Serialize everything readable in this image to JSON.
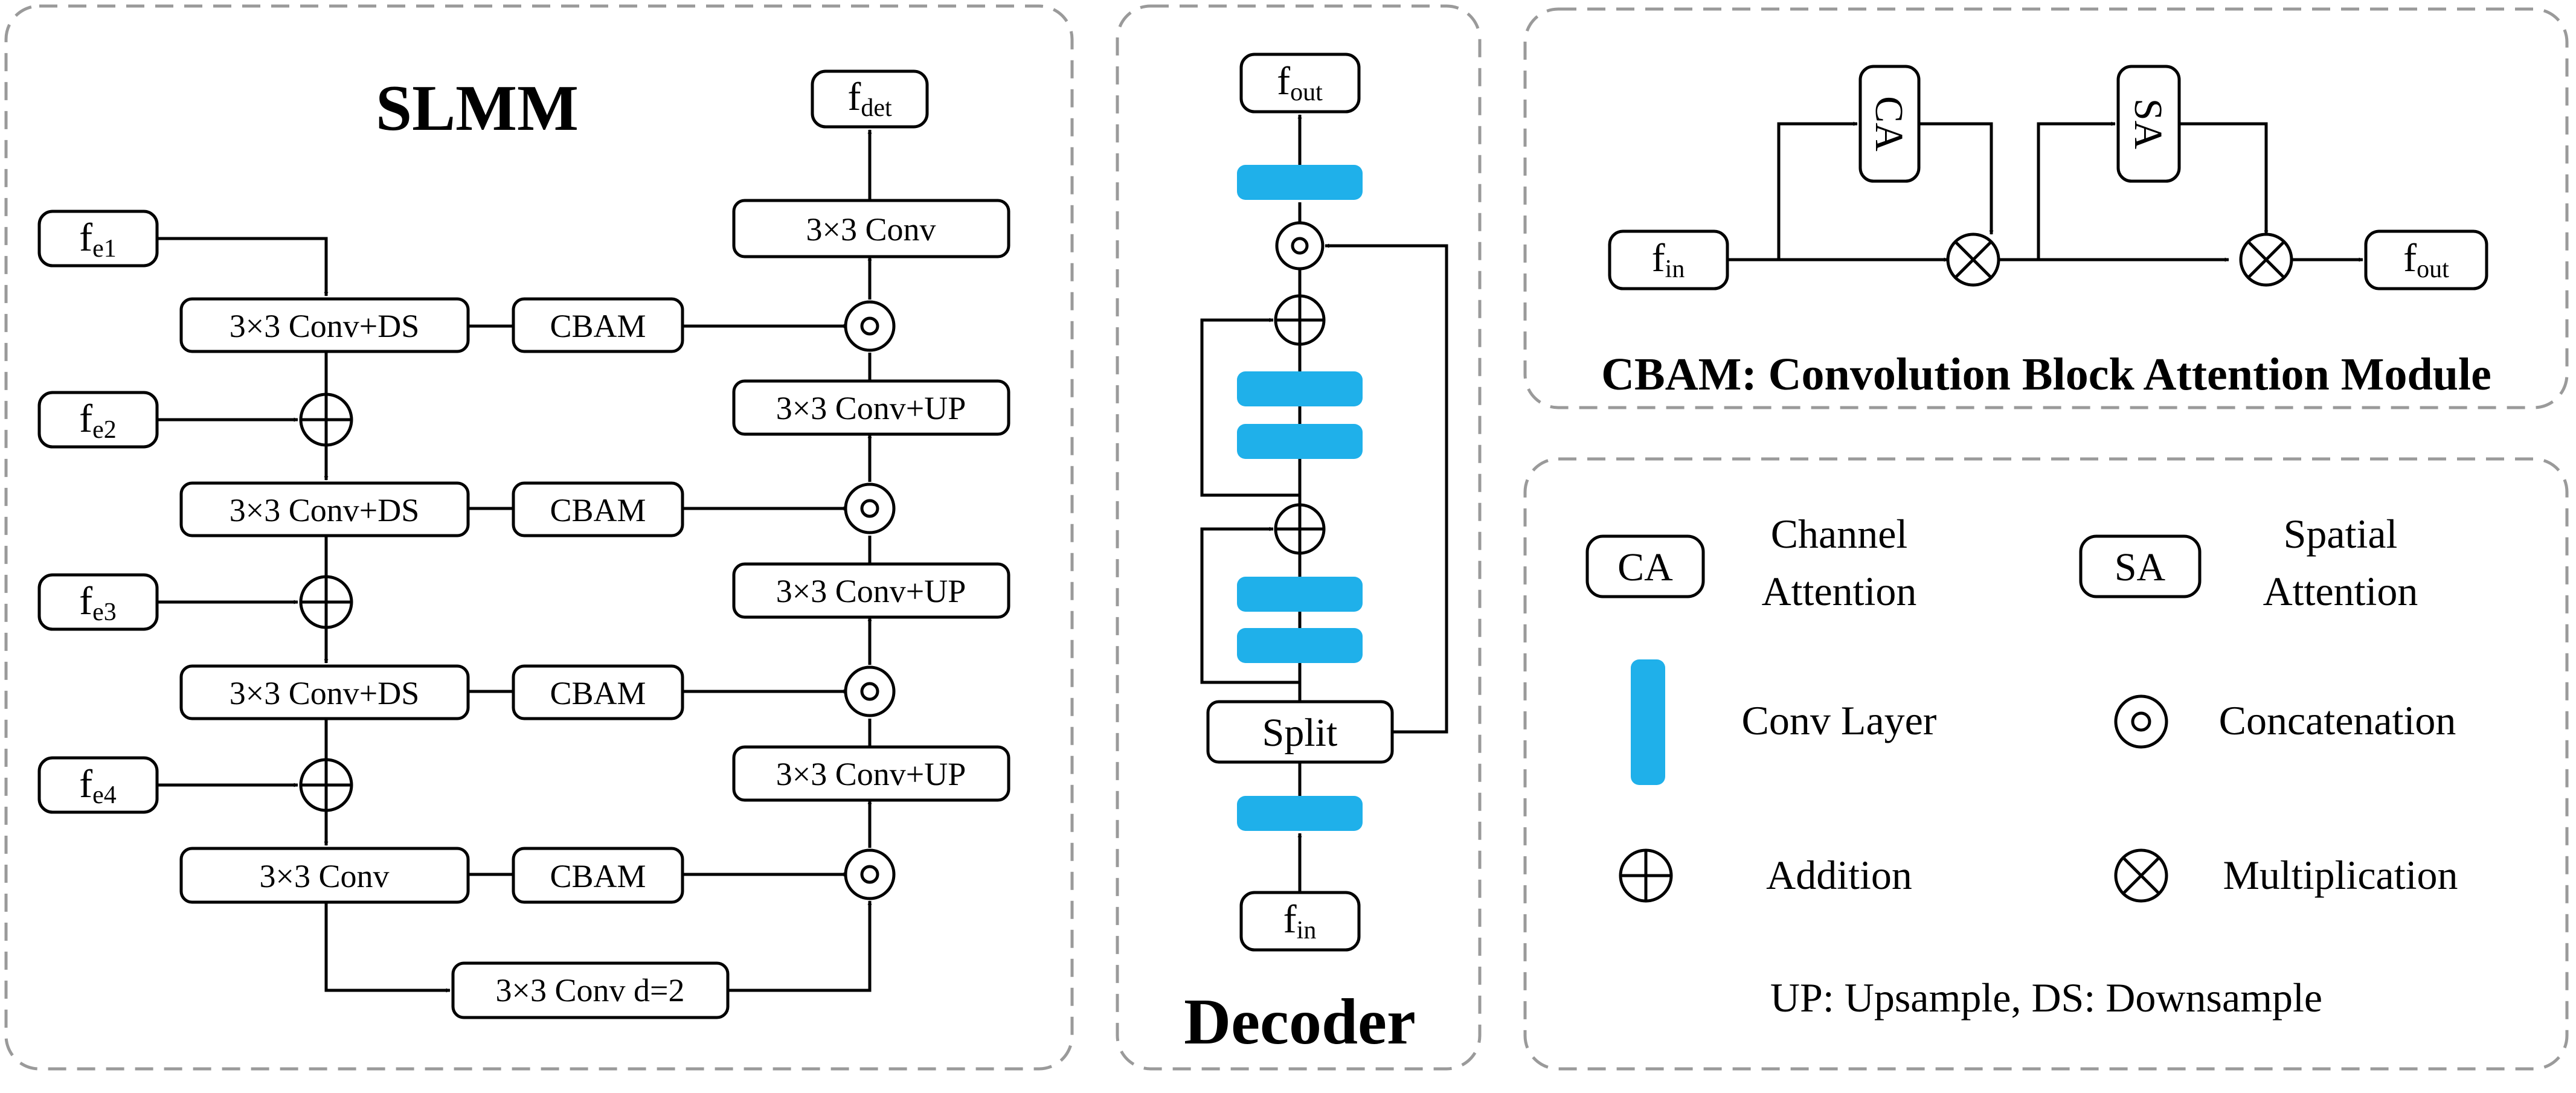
{
  "slmm": {
    "title": "SLMM",
    "inputs": [
      {
        "base": "f",
        "sub": "e1"
      },
      {
        "base": "f",
        "sub": "e2"
      },
      {
        "base": "f",
        "sub": "e3"
      },
      {
        "base": "f",
        "sub": "e4"
      }
    ],
    "output": {
      "base": "f",
      "sub": "det"
    },
    "encoder_blocks": [
      "3×3 Conv+DS",
      "3×3 Conv+DS",
      "3×3 Conv+DS",
      "3×3 Conv"
    ],
    "attention_blocks": [
      "CBAM",
      "CBAM",
      "CBAM",
      "CBAM"
    ],
    "decoder_blocks": [
      "3×3 Conv",
      "3×3 Conv+UP",
      "3×3 Conv+UP",
      "3×3 Conv+UP"
    ],
    "dilated_block": "3×3 Conv d=2"
  },
  "decoder": {
    "title": "Decoder",
    "output": {
      "base": "f",
      "sub": "out"
    },
    "input": {
      "base": "f",
      "sub": "in"
    },
    "split_label": "Split"
  },
  "cbam": {
    "title": "CBAM: Convolution Block Attention Module",
    "input": {
      "base": "f",
      "sub": "in"
    },
    "output": {
      "base": "f",
      "sub": "out"
    },
    "ca_label": "CA",
    "sa_label": "SA"
  },
  "legend": {
    "ca_box": "CA",
    "ca_text_1": "Channel",
    "ca_text_2": "Attention",
    "sa_box": "SA",
    "sa_text_1": "Spatial",
    "sa_text_2": "Attention",
    "conv_layer": "Conv Layer",
    "concatenation": "Concatenation",
    "addition": "Addition",
    "multiplication": "Multiplication",
    "footnote": "UP: Upsample, DS: Downsample"
  },
  "colors": {
    "conv_layer": "#1fb0ea",
    "panel_border": "#9a9a9a"
  }
}
